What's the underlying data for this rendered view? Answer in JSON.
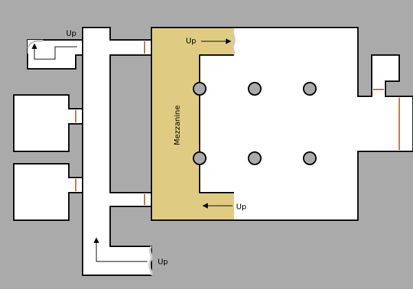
{
  "colors": {
    "background": "#aaaaaa",
    "floor": "#ffffff",
    "wall": "#000000",
    "mezzanine": "#dfcb82",
    "door": "#c8703a",
    "column": "#aaaaaa"
  },
  "labels": {
    "mezzanine": "Mezzanine",
    "up_top_left": "Up",
    "up_mezz_top": "Up",
    "up_mezz_bottom": "Up",
    "up_bottom": "Up"
  }
}
